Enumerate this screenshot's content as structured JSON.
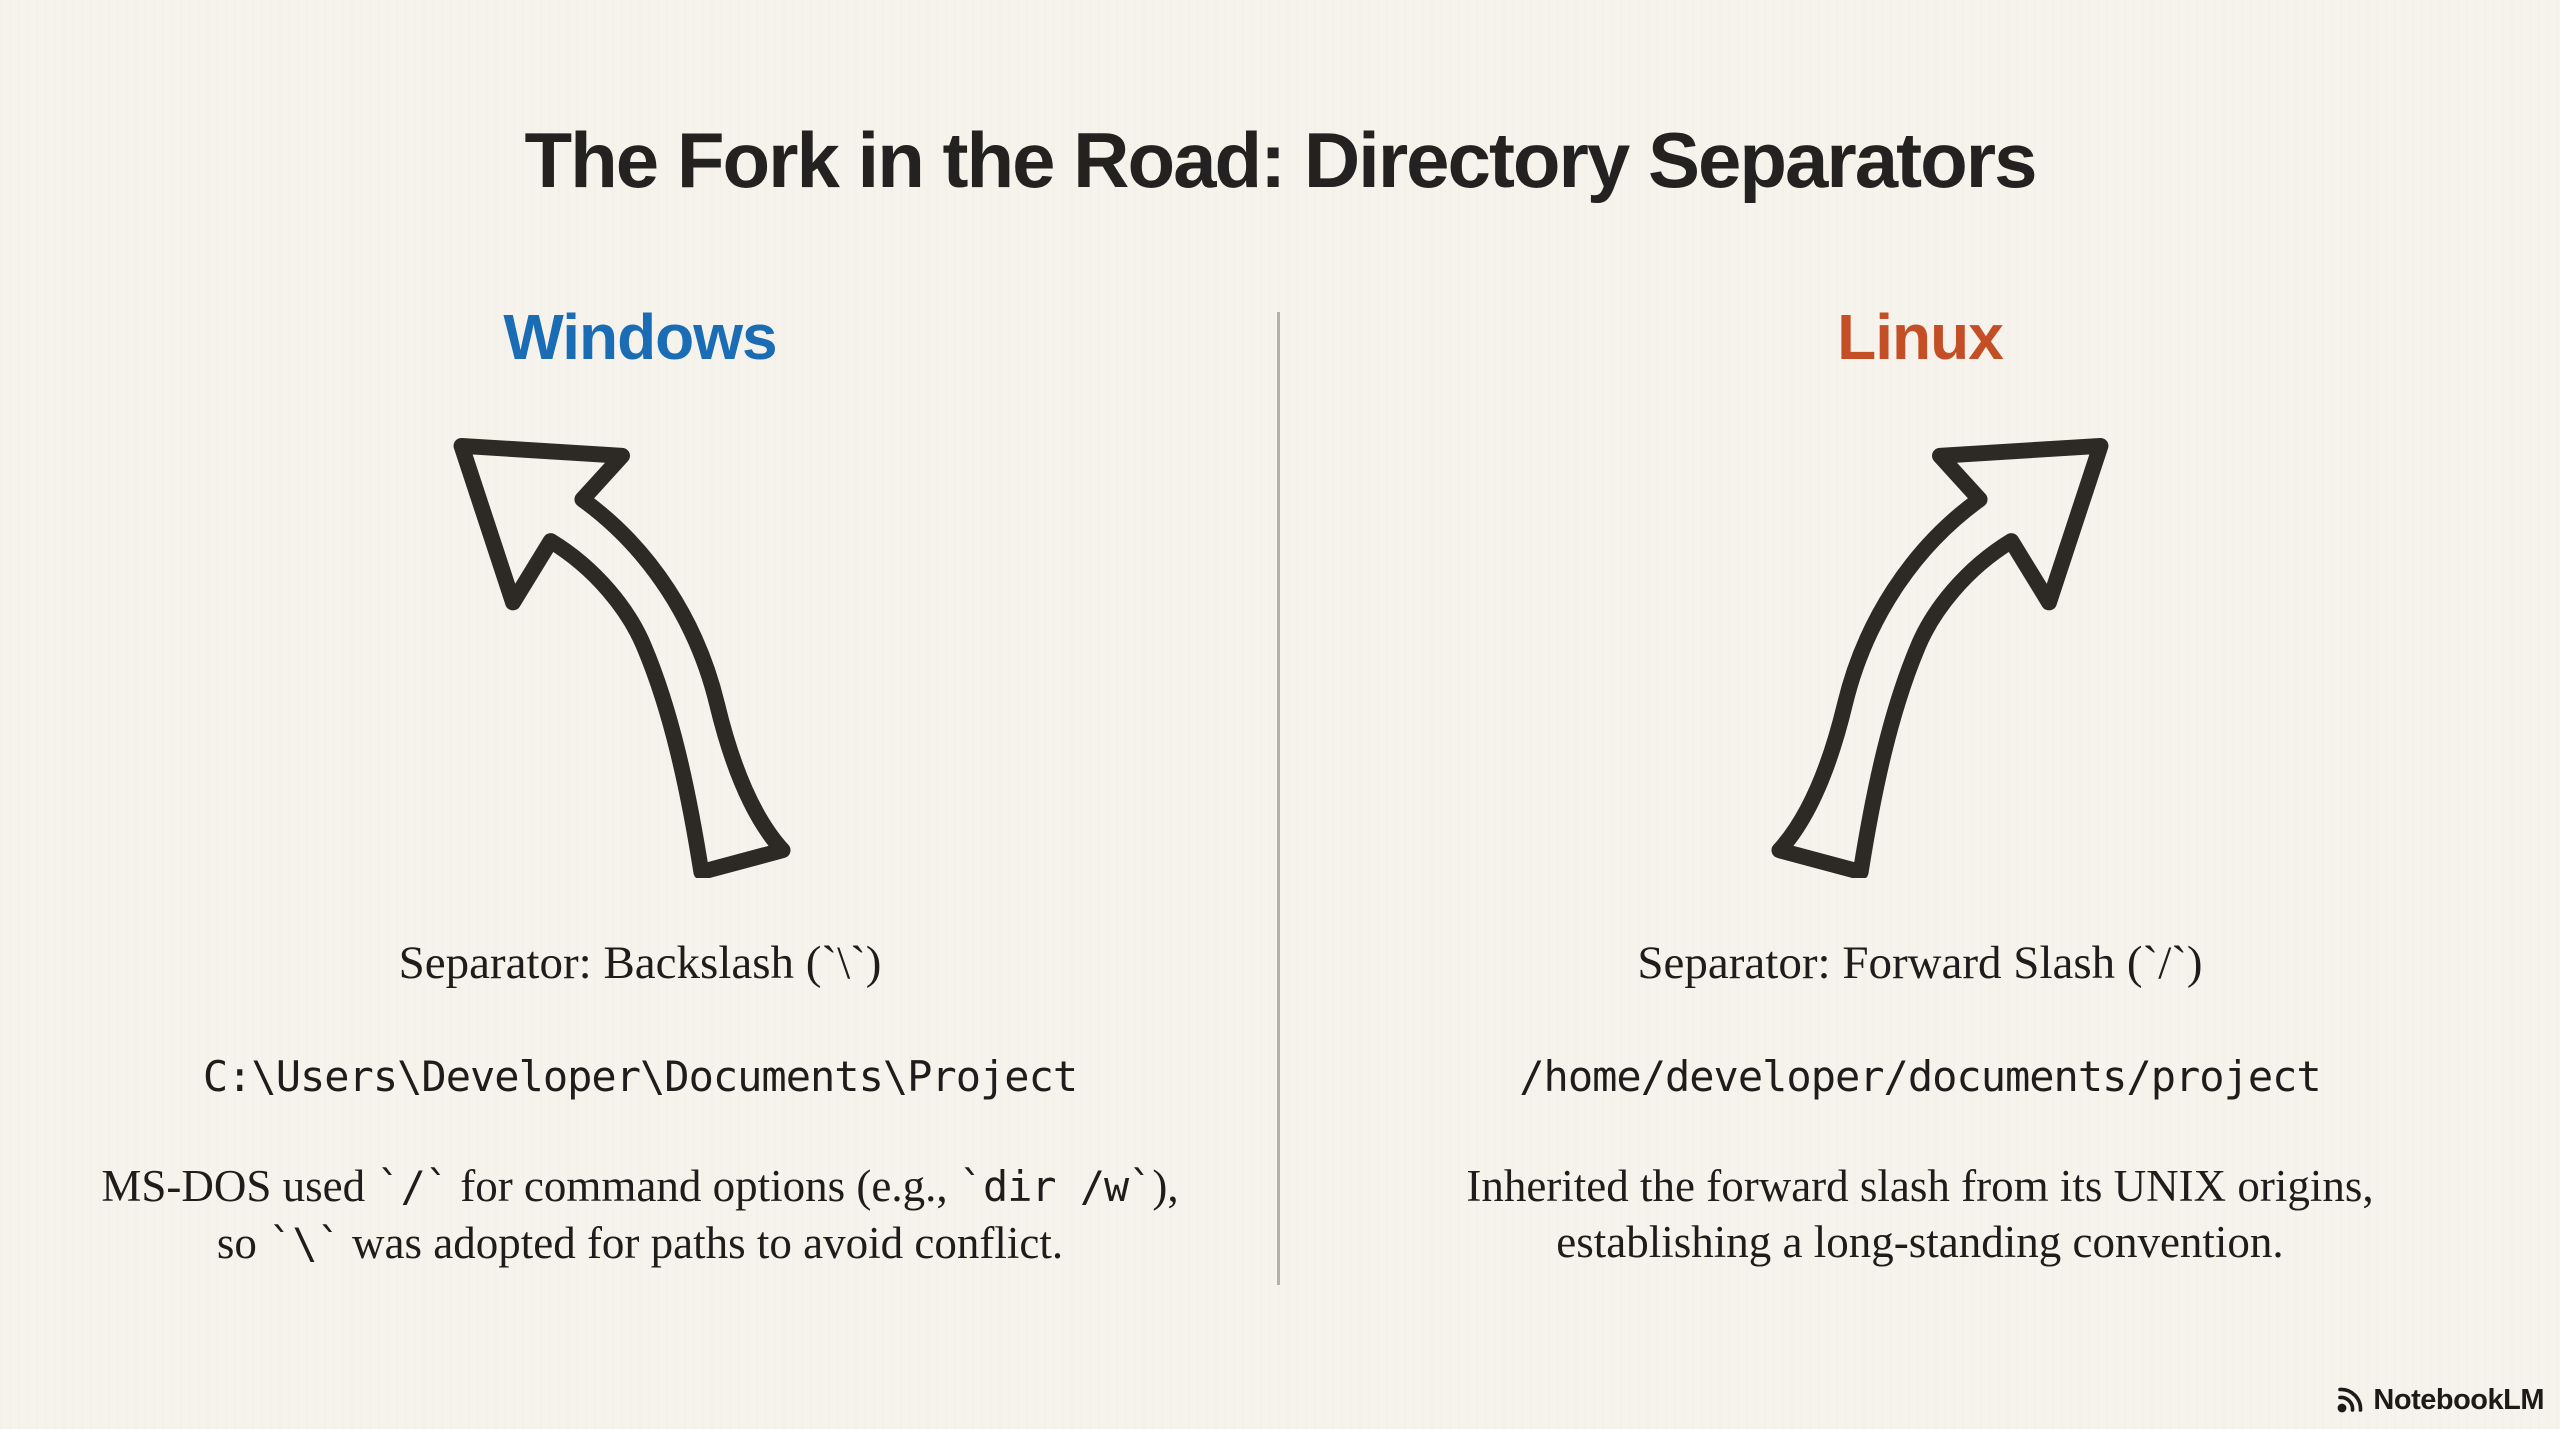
{
  "page": {
    "title": "The Fork in the Road: Directory Separators",
    "background_color": "#f6f3ed",
    "divider_color": "#b5b1aa",
    "title_color": "#232220",
    "arrow_color": "#2d2a26"
  },
  "columns": {
    "windows": {
      "heading": "Windows",
      "heading_color": "#1a6cb5",
      "arrow_icon": "curved-arrow-up-left-icon",
      "separator_label": "Separator: Backslash (`\\`)",
      "path_example": "C:\\Users\\Developer\\Documents\\Project",
      "note_segments": [
        {
          "text": "MS-DOS used "
        },
        {
          "text": "`/`",
          "code": true
        },
        {
          "text": " for command options (e.g., "
        },
        {
          "text": "`dir /w`",
          "code": true
        },
        {
          "text": "), so "
        },
        {
          "text": "`\\`",
          "code": true
        },
        {
          "text": " was adopted for paths to avoid conflict."
        }
      ]
    },
    "linux": {
      "heading": "Linux",
      "heading_color": "#c44e26",
      "arrow_icon": "curved-arrow-up-right-icon",
      "separator_label": "Separator: Forward Slash (`/`)",
      "path_example": "/home/developer/documents/project",
      "note_segments": [
        {
          "text": "Inherited the forward slash from its UNIX origins, establishing a long-standing convention."
        }
      ]
    }
  },
  "branding": {
    "logo_label": "NotebookLM",
    "logo_icon": "notebooklm-icon"
  }
}
